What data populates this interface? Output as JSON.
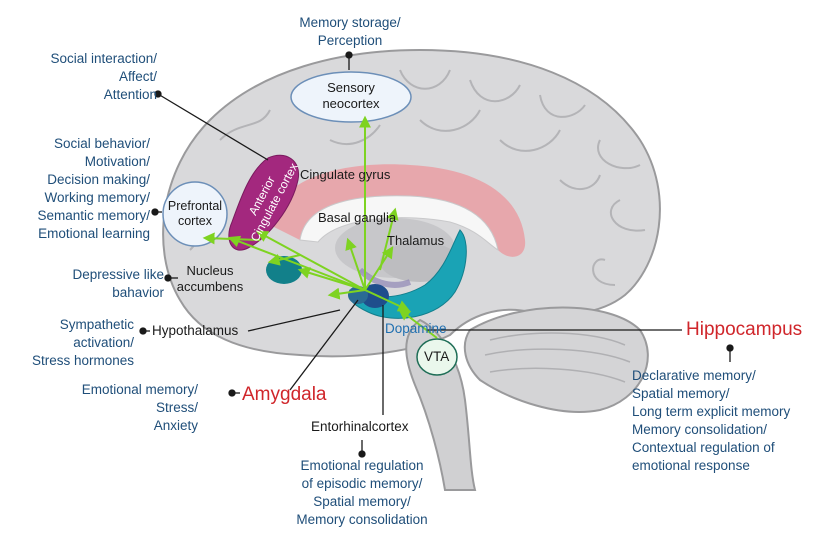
{
  "functions": {
    "memory_storage": "Memory storage/\nPerception",
    "social_interaction": "Social interaction/\nAffect/\nAttention",
    "social_behavior": "Social behavior/\nMotivation/\nDecision making/\nWorking memory/\nSemantic memory/\nEmotional learning",
    "depressive": "Depressive like\nbahavior",
    "sympathetic": "Sympathetic\nactivation/\nStress hormones",
    "emotional_memory": "Emotional memory/\nStress/\nAnxiety",
    "emotional_regulation": "Emotional regulation\nof episodic memory/\nSpatial memory/\nMemory consolidation",
    "declarative": "Declarative memory/\nSpatial memory/\nLong term explicit memory\nMemory consolidation/\nContextual regulation of\nemotional response"
  },
  "regions": {
    "sensory_neocortex": "Sensory\nneocortex",
    "prefrontal_cortex": "Prefrontal\ncortex",
    "anterior_cingulate": "Anterior\nCingulate cortex",
    "cingulate_gyrus": "Cingulate gyrus",
    "basal_ganglia": "Basal ganglia",
    "thalamus": "Thalamus",
    "nucleus_accumbens": "Nucleus\naccumbens",
    "hypothalamus": "Hypothalamus",
    "dopamine": "Dopamine",
    "vta": "VTA",
    "hippocampus": "Hippocampus",
    "amygdala": "Amygdala",
    "entorhinal": "Entorhinalcortex"
  },
  "colors": {
    "function_text": "#1f4e79",
    "highlight_red": "#d0262b",
    "arrow_green": "#7ed321",
    "cingulate_pink": "#e8a1a6",
    "hippocampus_teal": "#1aa3b5",
    "anterior_cingulate_magenta": "#a3287e"
  }
}
